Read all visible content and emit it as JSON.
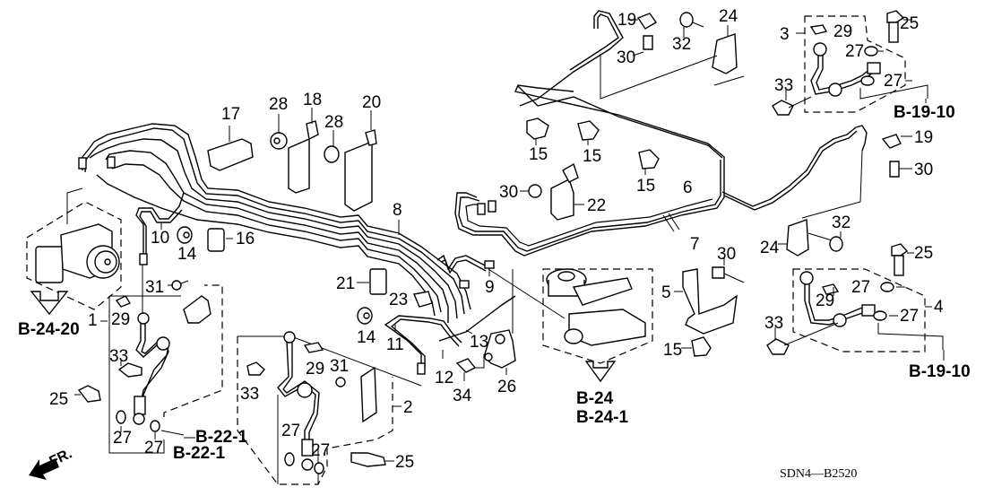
{
  "diagram": {
    "title": "Brake Lines (SDN4)",
    "code": "SDN4—B2520",
    "front_indicator": "FR.",
    "callouts": [
      {
        "id": "c1",
        "label": "1"
      },
      {
        "id": "c2",
        "label": "2"
      },
      {
        "id": "c3",
        "label": "3"
      },
      {
        "id": "c4",
        "label": "4"
      },
      {
        "id": "c5",
        "label": "5"
      },
      {
        "id": "c6",
        "label": "6"
      },
      {
        "id": "c7",
        "label": "7"
      },
      {
        "id": "c8",
        "label": "8"
      },
      {
        "id": "c9",
        "label": "9"
      },
      {
        "id": "c10",
        "label": "10"
      },
      {
        "id": "c11",
        "label": "11"
      },
      {
        "id": "c12",
        "label": "12"
      },
      {
        "id": "c13",
        "label": "13"
      },
      {
        "id": "c14a",
        "label": "14"
      },
      {
        "id": "c14b",
        "label": "14"
      },
      {
        "id": "c15a",
        "label": "15"
      },
      {
        "id": "c15b",
        "label": "15"
      },
      {
        "id": "c15c",
        "label": "15"
      },
      {
        "id": "c15d",
        "label": "15"
      },
      {
        "id": "c16",
        "label": "16"
      },
      {
        "id": "c17",
        "label": "17"
      },
      {
        "id": "c18",
        "label": "18"
      },
      {
        "id": "c19a",
        "label": "19"
      },
      {
        "id": "c19b",
        "label": "19"
      },
      {
        "id": "c20",
        "label": "20"
      },
      {
        "id": "c21",
        "label": "21"
      },
      {
        "id": "c22",
        "label": "22"
      },
      {
        "id": "c23",
        "label": "23"
      },
      {
        "id": "c24a",
        "label": "24"
      },
      {
        "id": "c24b",
        "label": "24"
      },
      {
        "id": "c25a",
        "label": "25"
      },
      {
        "id": "c25b",
        "label": "25"
      },
      {
        "id": "c25c",
        "label": "25"
      },
      {
        "id": "c25d",
        "label": "25"
      },
      {
        "id": "c26",
        "label": "26"
      },
      {
        "id": "c27a",
        "label": "27"
      },
      {
        "id": "c27b",
        "label": "27"
      },
      {
        "id": "c27c",
        "label": "27"
      },
      {
        "id": "c27d",
        "label": "27"
      },
      {
        "id": "c27e",
        "label": "27"
      },
      {
        "id": "c27f",
        "label": "27"
      },
      {
        "id": "c27g",
        "label": "27"
      },
      {
        "id": "c27h",
        "label": "27"
      },
      {
        "id": "c28a",
        "label": "28"
      },
      {
        "id": "c28b",
        "label": "28"
      },
      {
        "id": "c29a",
        "label": "29"
      },
      {
        "id": "c29b",
        "label": "29"
      },
      {
        "id": "c29c",
        "label": "29"
      },
      {
        "id": "c29d",
        "label": "29"
      },
      {
        "id": "c30a",
        "label": "30"
      },
      {
        "id": "c30b",
        "label": "30"
      },
      {
        "id": "c30c",
        "label": "30"
      },
      {
        "id": "c30d",
        "label": "30"
      },
      {
        "id": "c31a",
        "label": "31"
      },
      {
        "id": "c31b",
        "label": "31"
      },
      {
        "id": "c32a",
        "label": "32"
      },
      {
        "id": "c32b",
        "label": "32"
      },
      {
        "id": "c33a",
        "label": "33"
      },
      {
        "id": "c33b",
        "label": "33"
      },
      {
        "id": "c33c",
        "label": "33"
      },
      {
        "id": "c33d",
        "label": "33"
      },
      {
        "id": "c34",
        "label": "34"
      }
    ],
    "references": [
      {
        "id": "r_b2420",
        "label": "B-24-20"
      },
      {
        "id": "r_b221a",
        "label": "B-22-1"
      },
      {
        "id": "r_b221b",
        "label": "B-22-1"
      },
      {
        "id": "r_b24",
        "label": "B-24"
      },
      {
        "id": "r_b241",
        "label": "B-24-1"
      },
      {
        "id": "r_b1910a",
        "label": "B-19-10"
      },
      {
        "id": "r_b1910b",
        "label": "B-19-10"
      }
    ]
  }
}
